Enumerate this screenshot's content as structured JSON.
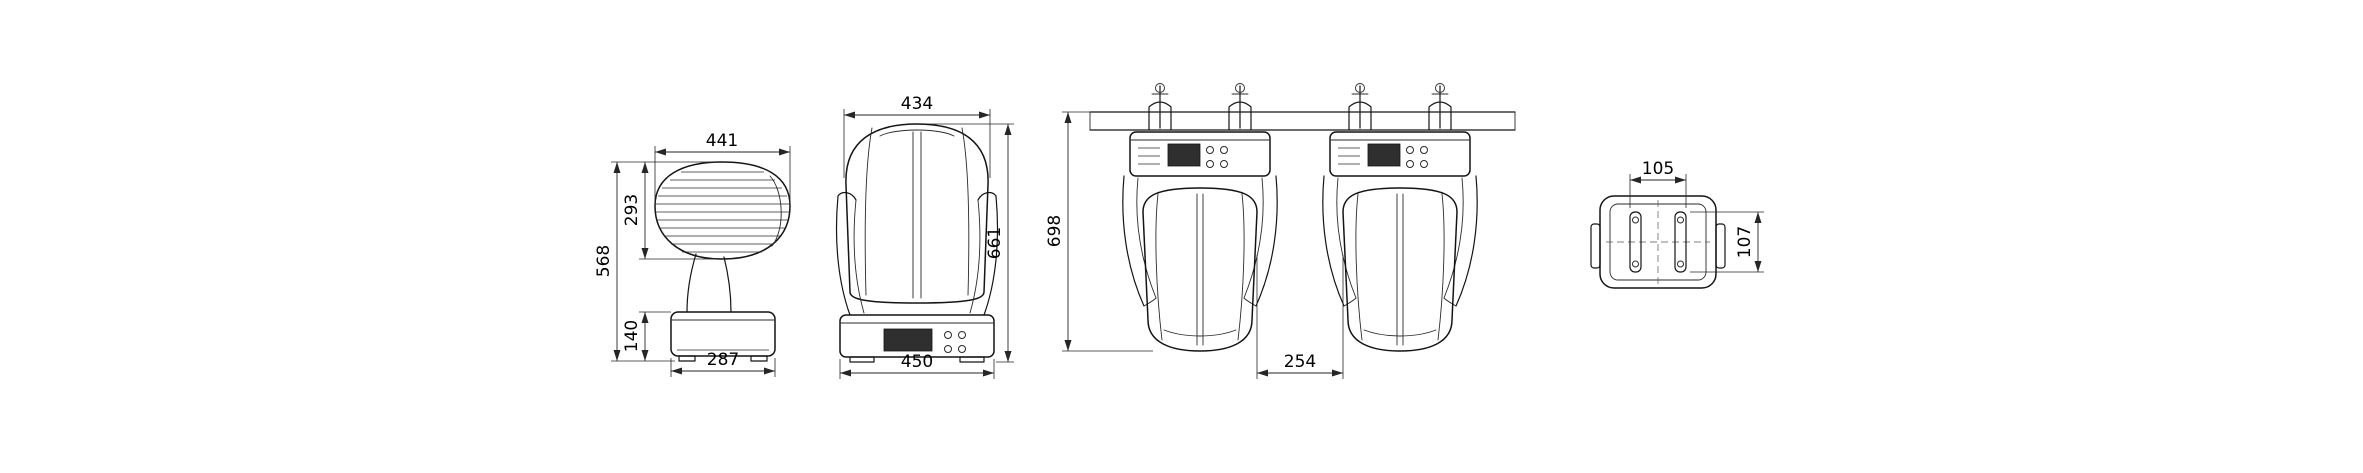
{
  "page": {
    "background_color": "#ffffff",
    "line_color": "#141414",
    "dimension_color": "#262626",
    "description": "Technical dimension drawing of a moving-head light fixture: side view, front view, two truss-hung fixtures, and top mounting view"
  },
  "views": {
    "side": {
      "dims": {
        "head_width": "441",
        "head_height": "293",
        "total_height": "568",
        "base_height": "140",
        "base_width": "287"
      }
    },
    "front": {
      "dims": {
        "head_width": "434",
        "total_height": "661",
        "base_width": "450"
      }
    },
    "hanging": {
      "dims": {
        "total_height": "698",
        "fixture_gap": "254"
      }
    },
    "top": {
      "dims": {
        "bracket_width": "105",
        "bracket_depth": "107"
      }
    }
  }
}
